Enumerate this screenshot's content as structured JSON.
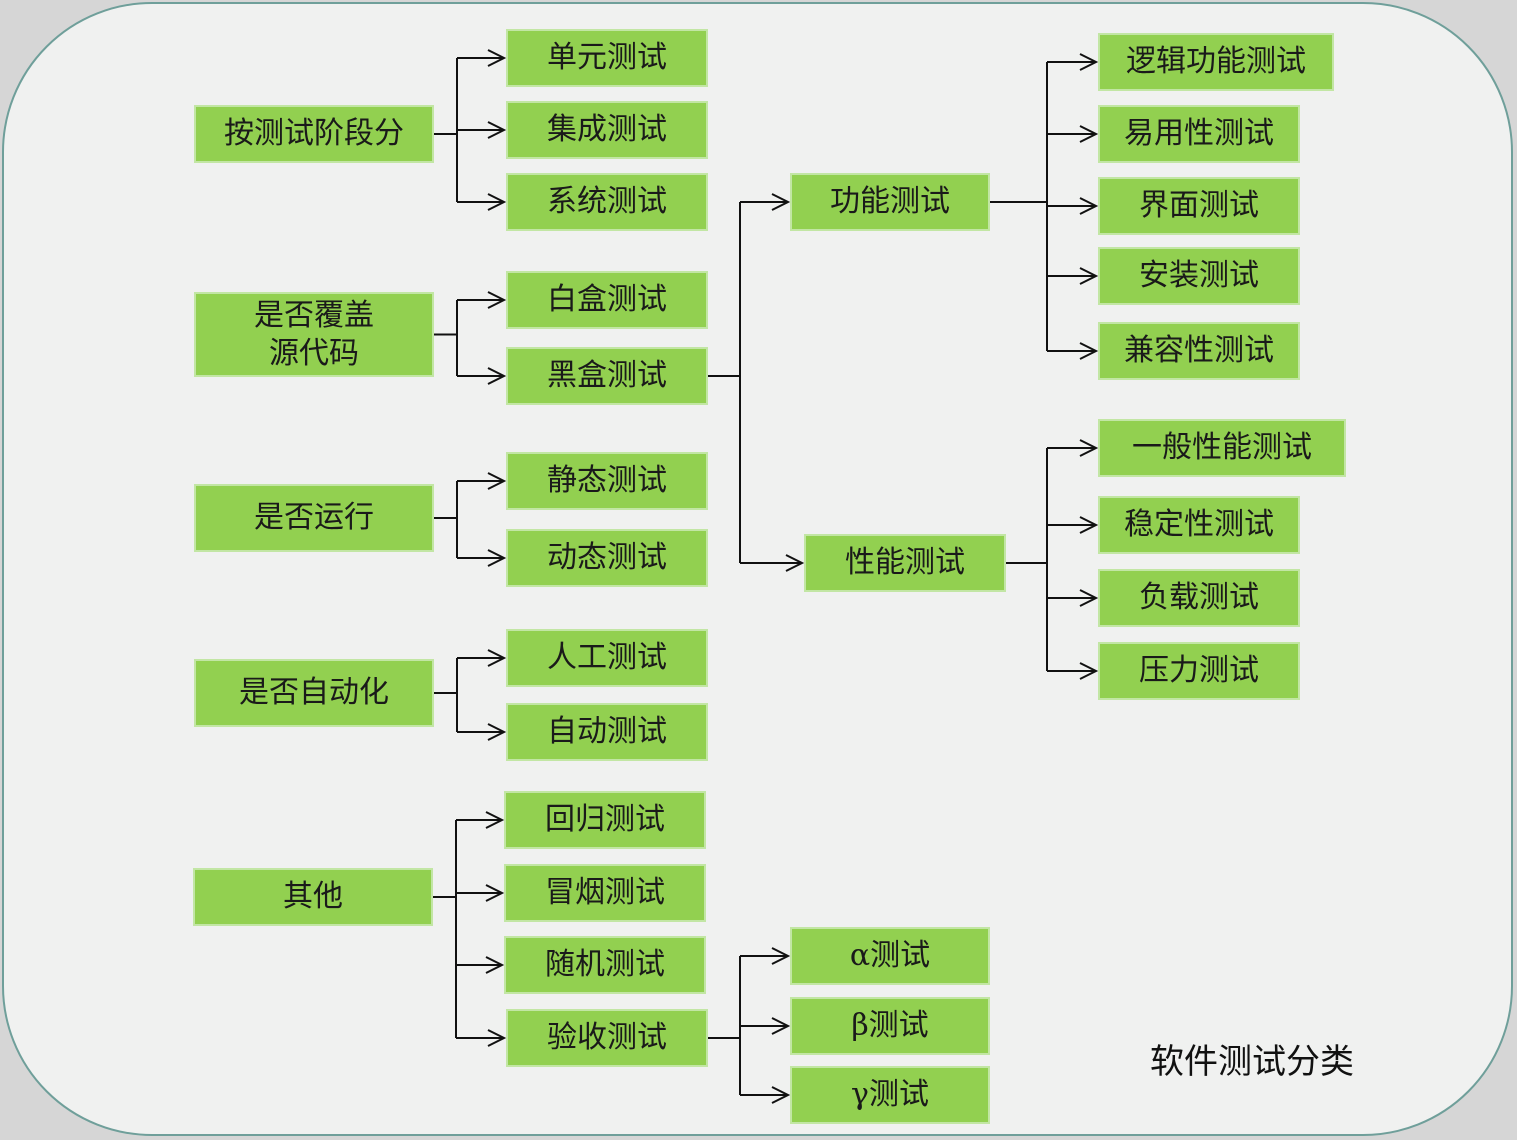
{
  "title": "软件测试分类",
  "diagram": {
    "nodes": [
      {
        "id": "stage",
        "label": "按测试阶段分"
      },
      {
        "id": "unit",
        "label": "单元测试"
      },
      {
        "id": "integration",
        "label": "集成测试"
      },
      {
        "id": "system",
        "label": "系统测试"
      },
      {
        "id": "coverage",
        "label": "是否覆盖\n源代码"
      },
      {
        "id": "whitebox",
        "label": "白盒测试"
      },
      {
        "id": "blackbox",
        "label": "黑盒测试"
      },
      {
        "id": "run",
        "label": "是否运行"
      },
      {
        "id": "static",
        "label": "静态测试"
      },
      {
        "id": "dynamic",
        "label": "动态测试"
      },
      {
        "id": "auto",
        "label": "是否自动化"
      },
      {
        "id": "manual",
        "label": "人工测试"
      },
      {
        "id": "autotest",
        "label": "自动测试"
      },
      {
        "id": "other",
        "label": "其他"
      },
      {
        "id": "regression",
        "label": "回归测试"
      },
      {
        "id": "smoke",
        "label": "冒烟测试"
      },
      {
        "id": "random",
        "label": "随机测试"
      },
      {
        "id": "acceptance",
        "label": "验收测试"
      },
      {
        "id": "functional",
        "label": "功能测试"
      },
      {
        "id": "performance",
        "label": "性能测试"
      },
      {
        "id": "logic",
        "label": "逻辑功能测试"
      },
      {
        "id": "usability",
        "label": "易用性测试"
      },
      {
        "id": "ui",
        "label": "界面测试"
      },
      {
        "id": "install",
        "label": "安装测试"
      },
      {
        "id": "compat",
        "label": "兼容性测试"
      },
      {
        "id": "generalperf",
        "label": "一般性能测试"
      },
      {
        "id": "stability",
        "label": "稳定性测试"
      },
      {
        "id": "load",
        "label": "负载测试"
      },
      {
        "id": "stress",
        "label": "压力测试"
      },
      {
        "id": "alpha",
        "label": "α测试"
      },
      {
        "id": "beta",
        "label": "β测试"
      },
      {
        "id": "gamma",
        "label": "γ测试"
      }
    ],
    "edges": [
      {
        "from": "stage",
        "to": "unit"
      },
      {
        "from": "stage",
        "to": "integration"
      },
      {
        "from": "stage",
        "to": "system"
      },
      {
        "from": "coverage",
        "to": "whitebox"
      },
      {
        "from": "coverage",
        "to": "blackbox"
      },
      {
        "from": "run",
        "to": "static"
      },
      {
        "from": "run",
        "to": "dynamic"
      },
      {
        "from": "auto",
        "to": "manual"
      },
      {
        "from": "auto",
        "to": "autotest"
      },
      {
        "from": "other",
        "to": "regression"
      },
      {
        "from": "other",
        "to": "smoke"
      },
      {
        "from": "other",
        "to": "random"
      },
      {
        "from": "other",
        "to": "acceptance"
      },
      {
        "from": "blackbox",
        "to": "functional"
      },
      {
        "from": "blackbox",
        "to": "performance"
      },
      {
        "from": "functional",
        "to": "logic"
      },
      {
        "from": "functional",
        "to": "usability"
      },
      {
        "from": "functional",
        "to": "ui"
      },
      {
        "from": "functional",
        "to": "install"
      },
      {
        "from": "functional",
        "to": "compat"
      },
      {
        "from": "performance",
        "to": "generalperf"
      },
      {
        "from": "performance",
        "to": "stability"
      },
      {
        "from": "performance",
        "to": "load"
      },
      {
        "from": "performance",
        "to": "stress"
      },
      {
        "from": "acceptance",
        "to": "alpha"
      },
      {
        "from": "acceptance",
        "to": "beta"
      },
      {
        "from": "acceptance",
        "to": "gamma"
      }
    ]
  }
}
